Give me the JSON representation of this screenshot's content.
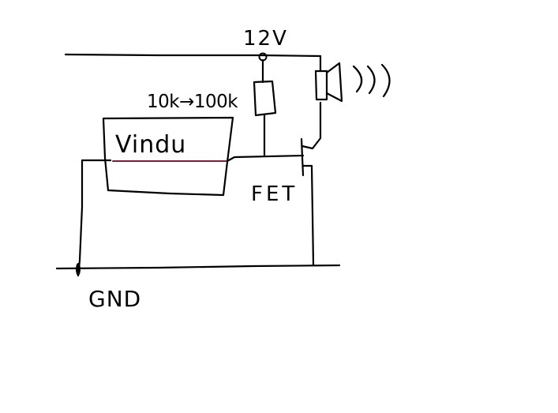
{
  "labels": {
    "supply": "12V",
    "resistor_value": "10k→100k",
    "window": "Vindu",
    "transistor": "FET",
    "ground": "GND"
  },
  "colors": {
    "wire": "#000000",
    "window_strip": "#8b1a2b",
    "background": "#ffffff"
  },
  "icons": {
    "speaker": "speaker-icon",
    "sound_waves": "sound-waves-icon"
  }
}
